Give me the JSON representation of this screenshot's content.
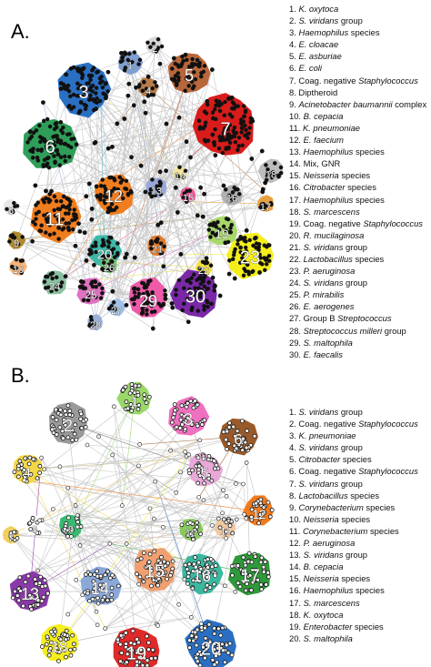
{
  "panelA": {
    "label": "A.",
    "clusters": [
      {
        "id": "1",
        "color": "#7f9fcf"
      },
      {
        "id": "2",
        "color": "#d8d8d8"
      },
      {
        "id": "3",
        "color": "#2a6fc2"
      },
      {
        "id": "4",
        "color": "#b87d4b"
      },
      {
        "id": "5",
        "color": "#b8673a"
      },
      {
        "id": "6",
        "color": "#2f9e58"
      },
      {
        "id": "7",
        "color": "#d81c1c"
      },
      {
        "id": "8",
        "color": "#e8e8e8"
      },
      {
        "id": "9",
        "color": "#b08a2e"
      },
      {
        "id": "10",
        "color": "#f4b37a"
      },
      {
        "id": "11",
        "color": "#f07d1e"
      },
      {
        "id": "12",
        "color": "#f07d1e"
      },
      {
        "id": "13",
        "color": "#9aa7d8"
      },
      {
        "id": "14",
        "color": "#f2e49a"
      },
      {
        "id": "15",
        "color": "#f05a9a"
      },
      {
        "id": "16",
        "color": "#b0b0b0"
      },
      {
        "id": "17",
        "color": "#e8a040"
      },
      {
        "id": "18",
        "color": "#bdbdbd"
      },
      {
        "id": "19",
        "color": "#a8d86a"
      },
      {
        "id": "20",
        "color": "#3cb8a8"
      },
      {
        "id": "21",
        "color": "#e07a2a"
      },
      {
        "id": "22",
        "color": "#f0e040"
      },
      {
        "id": "23",
        "color": "#f5ee1c"
      },
      {
        "id": "24",
        "color": "#8ac0a0"
      },
      {
        "id": "25",
        "color": "#e070c0"
      },
      {
        "id": "26",
        "color": "#7ac070"
      },
      {
        "id": "27",
        "color": "#a0c0e8"
      },
      {
        "id": "28",
        "color": "#9ab0d8"
      },
      {
        "id": "29",
        "color": "#ee5aa8"
      },
      {
        "id": "30",
        "color": "#7a28a8"
      }
    ],
    "legend": [
      [
        {
          "t": "1. "
        },
        {
          "t": "K. oxytoca",
          "i": true
        }
      ],
      [
        {
          "t": "2. "
        },
        {
          "t": "S. viridans",
          "i": true
        },
        {
          "t": " group"
        }
      ],
      [
        {
          "t": "3. "
        },
        {
          "t": "Haemophilus",
          "i": true
        },
        {
          "t": " species"
        }
      ],
      [
        {
          "t": "4. "
        },
        {
          "t": "E. cloacae",
          "i": true
        }
      ],
      [
        {
          "t": "5. "
        },
        {
          "t": "E. asburiae",
          "i": true
        }
      ],
      [
        {
          "t": "6. "
        },
        {
          "t": "E. coli",
          "i": true
        }
      ],
      [
        {
          "t": "7. Coag. negative "
        },
        {
          "t": "Staphylococcus",
          "i": true
        }
      ],
      [
        {
          "t": "8. Diptheroid"
        }
      ],
      [
        {
          "t": "9. "
        },
        {
          "t": "Acinetobacter baumannii",
          "i": true
        },
        {
          "t": " complex"
        }
      ],
      [
        {
          "t": "10. "
        },
        {
          "t": "B. cepacia",
          "i": true
        }
      ],
      [
        {
          "t": "11. "
        },
        {
          "t": "K. pneumoniae",
          "i": true
        }
      ],
      [
        {
          "t": "12. "
        },
        {
          "t": "E. faecium",
          "i": true
        }
      ],
      [
        {
          "t": "13. "
        },
        {
          "t": "Haemophilus",
          "i": true
        },
        {
          "t": " species"
        }
      ],
      [
        {
          "t": "14. Mix, GNR"
        }
      ],
      [
        {
          "t": "15. "
        },
        {
          "t": "Neisseria",
          "i": true
        },
        {
          "t": " species"
        }
      ],
      [
        {
          "t": "16. "
        },
        {
          "t": "Citrobacter",
          "i": true
        },
        {
          "t": " species"
        }
      ],
      [
        {
          "t": "17. "
        },
        {
          "t": "Haemophilus",
          "i": true
        },
        {
          "t": " species"
        }
      ],
      [
        {
          "t": "18. "
        },
        {
          "t": "S. marcescens",
          "i": true
        }
      ],
      [
        {
          "t": "19. Coag. negative "
        },
        {
          "t": "Staphylococcus",
          "i": true
        }
      ],
      [
        {
          "t": "20. "
        },
        {
          "t": "R. mucilaginosa",
          "i": true
        }
      ],
      [
        {
          "t": "21. "
        },
        {
          "t": "S. viridans",
          "i": true
        },
        {
          "t": " group"
        }
      ],
      [
        {
          "t": "22. "
        },
        {
          "t": "Lactobacillus",
          "i": true
        },
        {
          "t": " species"
        }
      ],
      [
        {
          "t": "23. "
        },
        {
          "t": "P. aeruginosa",
          "i": true
        }
      ],
      [
        {
          "t": "24. "
        },
        {
          "t": "S. viridans",
          "i": true
        },
        {
          "t": " group"
        }
      ],
      [
        {
          "t": "25. "
        },
        {
          "t": "P. mirabilis",
          "i": true
        }
      ],
      [
        {
          "t": "26. "
        },
        {
          "t": "E. aerogenes",
          "i": true
        }
      ],
      [
        {
          "t": "27. Group B "
        },
        {
          "t": "Streptococcus",
          "i": true
        }
      ],
      [
        {
          "t": "28. "
        },
        {
          "t": "Streptococcus milleri",
          "i": true
        },
        {
          "t": " group"
        }
      ],
      [
        {
          "t": "29. "
        },
        {
          "t": "S. maltophila",
          "i": true
        }
      ],
      [
        {
          "t": "30. "
        },
        {
          "t": "E. faecalis",
          "i": true
        }
      ]
    ]
  },
  "panelB": {
    "label": "B.",
    "clusters": [
      {
        "id": "1",
        "color": "#9ad86a"
      },
      {
        "id": "2",
        "color": "#9a9a9a"
      },
      {
        "id": "3",
        "color": "#f070c0"
      },
      {
        "id": "4",
        "color": "#f5d84a"
      },
      {
        "id": "5",
        "color": "#e8a8d8"
      },
      {
        "id": "6",
        "color": "#9a5a2a"
      },
      {
        "id": "7",
        "color": "#f0d060"
      },
      {
        "id": "8",
        "color": "#ffffff"
      },
      {
        "id": "9",
        "color": "#3ab870"
      },
      {
        "id": "10",
        "color": "#8ac860"
      },
      {
        "id": "11",
        "color": "#f0c8a0"
      },
      {
        "id": "12",
        "color": "#f07a1e"
      },
      {
        "id": "13",
        "color": "#8a3aa8"
      },
      {
        "id": "14",
        "color": "#8aa8d8"
      },
      {
        "id": "15",
        "color": "#f0a070"
      },
      {
        "id": "16",
        "color": "#3ab8a0"
      },
      {
        "id": "17",
        "color": "#2f9a3a"
      },
      {
        "id": "18",
        "color": "#f5ee1c"
      },
      {
        "id": "19",
        "color": "#e02a2a"
      },
      {
        "id": "20",
        "color": "#2a6fc2"
      }
    ],
    "legend": [
      [
        {
          "t": "1. "
        },
        {
          "t": "S. viridans",
          "i": true
        },
        {
          "t": " group"
        }
      ],
      [
        {
          "t": "2. Coag. negative "
        },
        {
          "t": "Staphylococcus",
          "i": true
        }
      ],
      [
        {
          "t": "3. "
        },
        {
          "t": "K. pneumoniae",
          "i": true
        }
      ],
      [
        {
          "t": "4. "
        },
        {
          "t": "S. viridans",
          "i": true
        },
        {
          "t": " group"
        }
      ],
      [
        {
          "t": "5. "
        },
        {
          "t": "Citrobacter",
          "i": true
        },
        {
          "t": " species"
        }
      ],
      [
        {
          "t": "6. Coag. negative "
        },
        {
          "t": "Staphylococcus",
          "i": true
        }
      ],
      [
        {
          "t": "7. "
        },
        {
          "t": "S. viridans",
          "i": true
        },
        {
          "t": " group"
        }
      ],
      [
        {
          "t": "8. "
        },
        {
          "t": "Lactobacillus",
          "i": true
        },
        {
          "t": " species"
        }
      ],
      [
        {
          "t": "9. "
        },
        {
          "t": "Corynebacterium",
          "i": true
        },
        {
          "t": " species"
        }
      ],
      [
        {
          "t": "10. "
        },
        {
          "t": "Neisseria",
          "i": true
        },
        {
          "t": " species"
        }
      ],
      [
        {
          "t": "11. "
        },
        {
          "t": "Corynebacterium",
          "i": true
        },
        {
          "t": " species"
        }
      ],
      [
        {
          "t": "12. "
        },
        {
          "t": "P. aeruginosa",
          "i": true
        }
      ],
      [
        {
          "t": "13. "
        },
        {
          "t": "S. viridans",
          "i": true
        },
        {
          "t": " group"
        }
      ],
      [
        {
          "t": "14. "
        },
        {
          "t": "B. cepacia",
          "i": true
        }
      ],
      [
        {
          "t": "15. "
        },
        {
          "t": "Neisseria",
          "i": true
        },
        {
          "t": " species"
        }
      ],
      [
        {
          "t": "16. "
        },
        {
          "t": "Haemophilus",
          "i": true
        },
        {
          "t": " species"
        }
      ],
      [
        {
          "t": "17. "
        },
        {
          "t": "S. marcescens",
          "i": true
        }
      ],
      [
        {
          "t": "18. "
        },
        {
          "t": "K. oxytoca",
          "i": true
        }
      ],
      [
        {
          "t": "19. "
        },
        {
          "t": "Enterobacter",
          "i": true
        },
        {
          "t": " species"
        }
      ],
      [
        {
          "t": "20. "
        },
        {
          "t": "S. maltophila",
          "i": true
        }
      ]
    ]
  }
}
